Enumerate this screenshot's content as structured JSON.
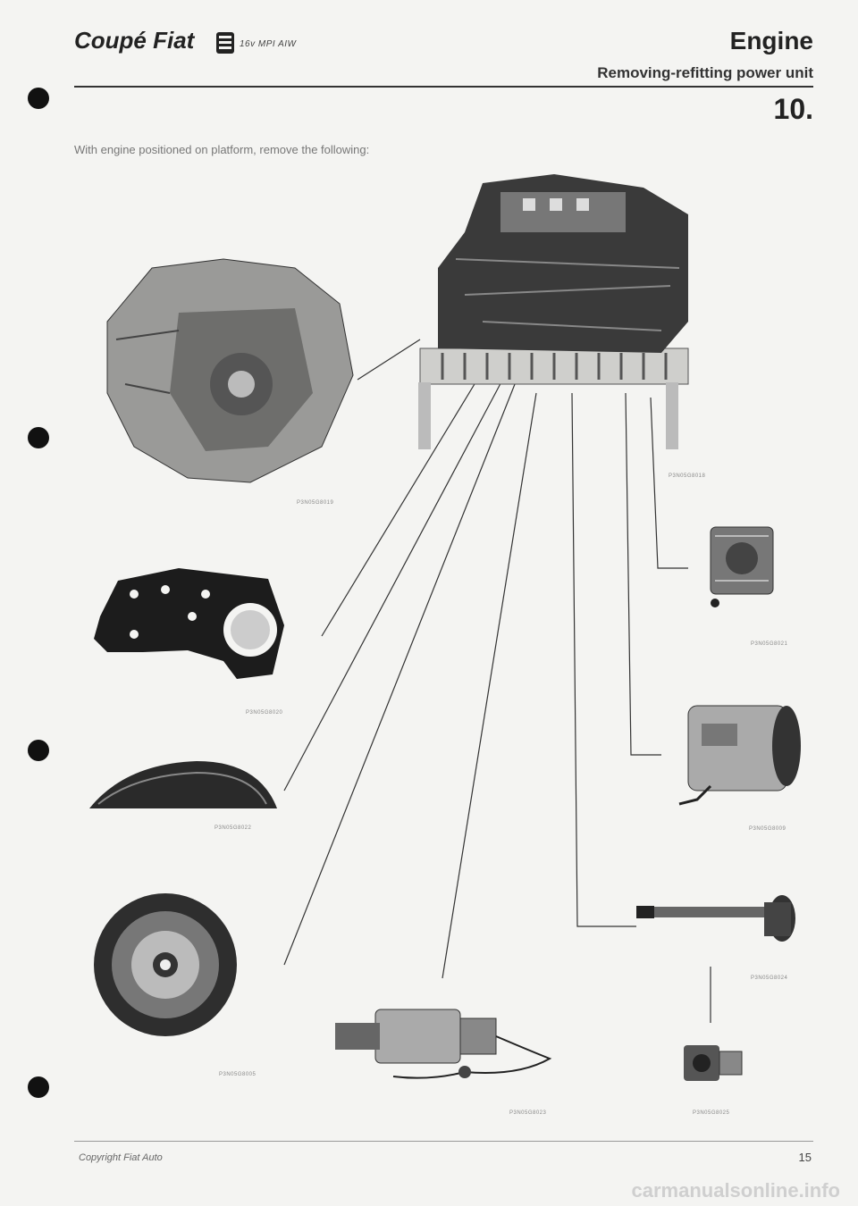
{
  "header": {
    "brand": "Coupé Fiat",
    "model": "16v MPI AIW",
    "section": "Engine",
    "subsection": "Removing-refitting power unit",
    "number": "10."
  },
  "intro": "With engine positioned on platform, remove the following:",
  "figure_codes": {
    "gearbox": "P3N05G8019",
    "engine": "P3N05G8018",
    "alternator": "P3N05G8021",
    "plate": "P3N05G8020",
    "compressor": "P3N05G8009",
    "guard": "P3N05G8022",
    "driveshaft": "P3N05G8024",
    "clutch": "P3N05G8005",
    "starter": "P3N05G8023",
    "sensor": "P3N05G8025"
  },
  "footer": {
    "copyright": "Copyright Fiat Auto",
    "page": "15"
  },
  "watermark": "carmanualsonline.info"
}
